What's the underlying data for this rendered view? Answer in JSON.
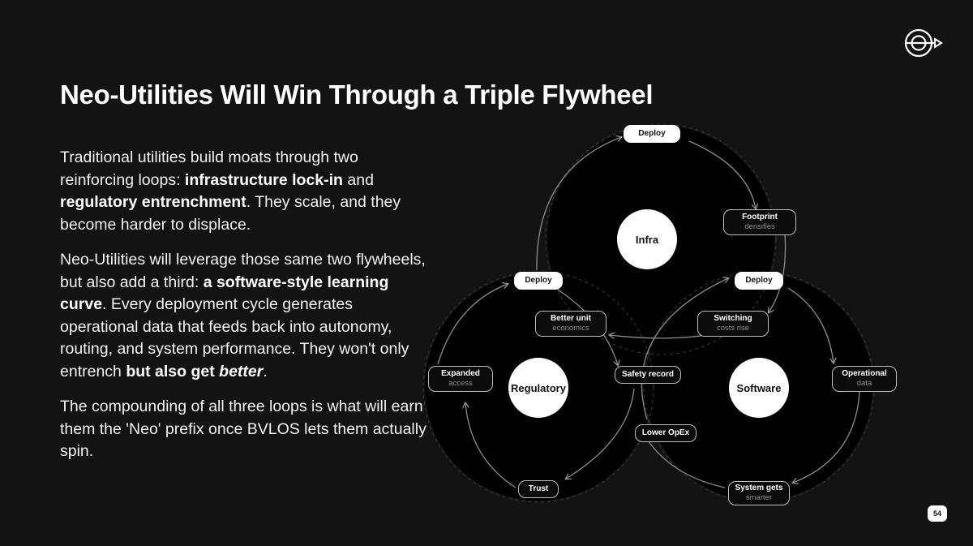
{
  "title": "Neo-Utilities Will Win Through a Triple Flywheel",
  "paragraphs": [
    {
      "p1_a": "Traditional utilities build moats through two reinforcing loops: ",
      "p1_b": "infrastructure lock-in",
      "p1_c": " and ",
      "p1_d": "regulatory entrenchment",
      "p1_e": ". They scale, and they become harder to displace."
    },
    {
      "p2_a": "Neo-Utilities will leverage those same two flywheels, but also add a third: ",
      "p2_b": "a software-style learning curve",
      "p2_c": ". Every deployment cycle generates operational data that feeds back into autonomy, routing, and system performance. They won't only entrench ",
      "p2_d": "but also get ",
      "p2_e": "better",
      "p2_f": "."
    },
    {
      "p3": "The compounding of all three loops is what will earn them the 'Neo' prefix once BVLOS lets them actually spin."
    }
  ],
  "diagram": {
    "hubs": {
      "infra": "Infra",
      "regulatory": "Regulatory",
      "software": "Software"
    },
    "nodes": {
      "deploy_top": {
        "l1": "Deploy"
      },
      "footprint": {
        "l1": "Footprint",
        "l2": "densifies"
      },
      "deploy_left": {
        "l1": "Deploy"
      },
      "deploy_right": {
        "l1": "Deploy"
      },
      "better_unit": {
        "l1": "Better unit",
        "l2": "economics"
      },
      "switching": {
        "l1": "Switching",
        "l2": "costs rise"
      },
      "expanded": {
        "l1": "Expanded",
        "l2": "access"
      },
      "safety": {
        "l1": "Safety record"
      },
      "operational": {
        "l1": "Operational",
        "l2": "data"
      },
      "lower_opex": {
        "l1": "Lower OpEx"
      },
      "trust": {
        "l1": "Trust"
      },
      "system_gets": {
        "l1": "System gets",
        "l2": "smarter"
      }
    }
  },
  "page_number": "54",
  "logo_icon": "target-arrow-icon"
}
